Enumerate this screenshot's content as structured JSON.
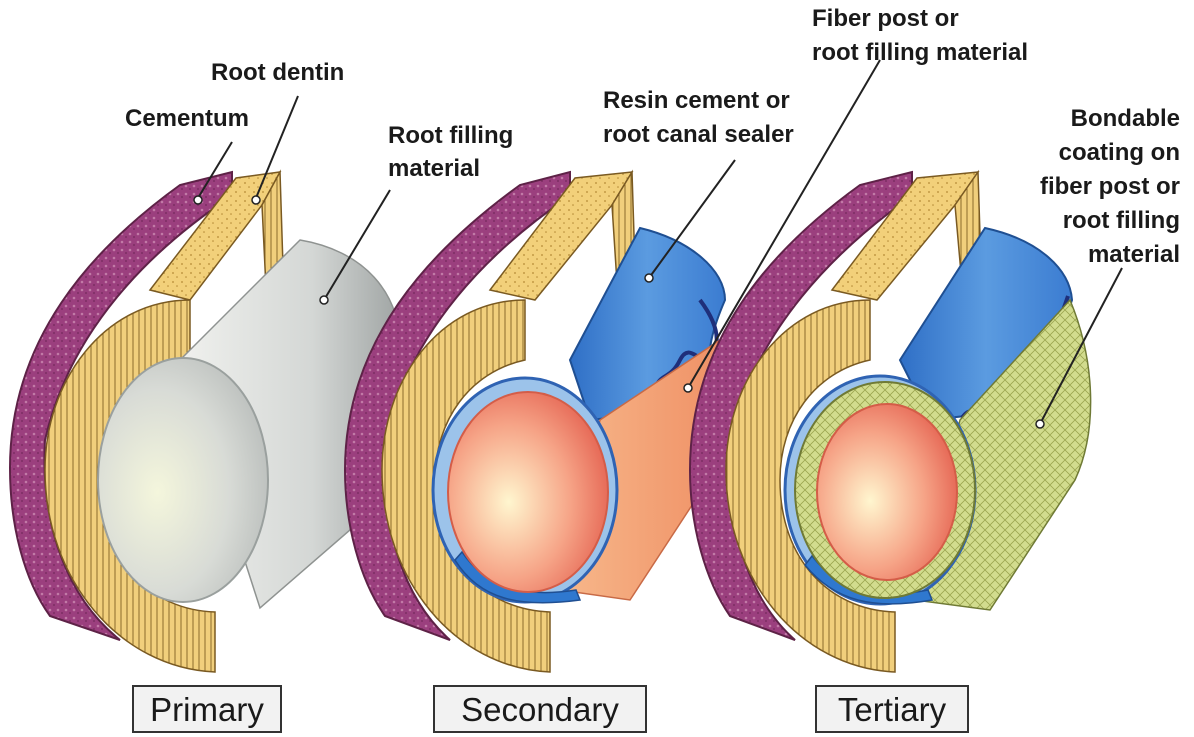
{
  "labels": {
    "cementum": "Cementum",
    "root_dentin": "Root dentin",
    "root_filling_l1": "Root filling",
    "root_filling_l2": "material",
    "resin_l1": "Resin cement or",
    "resin_l2": "root canal sealer",
    "fiber_l1": "Fiber post or",
    "fiber_l2": "root filling material",
    "coating_l1": "Bondable",
    "coating_l2": "coating on",
    "coating_l3": "fiber post or",
    "coating_l4": "root filling",
    "coating_l5": "material"
  },
  "captions": {
    "primary": "Primary",
    "secondary": "Secondary",
    "tertiary": "Tertiary"
  },
  "colors": {
    "cementum": "#9b3f7e",
    "dentin": "#f3d27a",
    "dentin_dark": "#c9a24a",
    "root_filling": "#d9dcd9",
    "resin_cement": "#3d7fd0",
    "fiber_post": "#f08a6a",
    "coating": "#cdd98a"
  }
}
